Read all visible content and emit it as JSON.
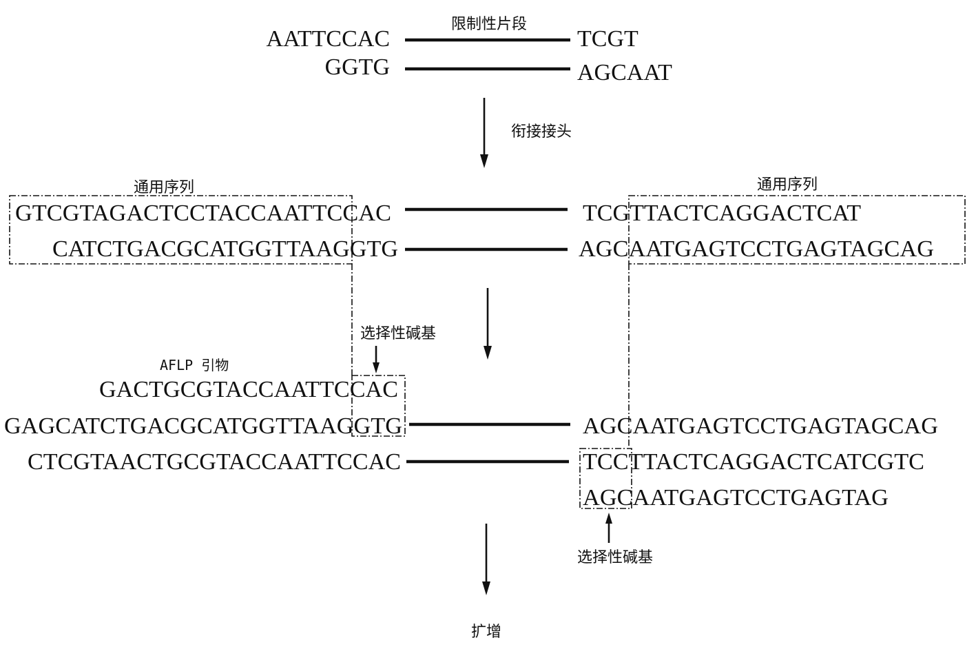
{
  "diagram": {
    "step1": {
      "label_fragment": "限制性片段",
      "top_left": "AATTCCAC",
      "top_right": "TCGT",
      "bottom_left": "GGTG",
      "bottom_right": "AGCAAT"
    },
    "step_label_ligate": "衔接接头",
    "step2": {
      "universal_left_label": "通用序列",
      "universal_right_label": "通用序列",
      "top_left": "GTCGTAGACTCCTACCAATTCCAC",
      "bottom_left": "CATCTGACGCATGGTTAAGGTG",
      "top_right": "TCGTTACTCAGGACTCAT",
      "bottom_right": "AGCAATGAGTCCTGAGTAGCAG"
    },
    "step3": {
      "selective_base_label_top": "选择性碱基",
      "aflp_primer_label": "AFLP 引物",
      "primer_left": "GACTGCGTACCAATTCCAC",
      "row1_left": "GAGCATCTGACGCATGGTTAAGGTG",
      "row1_right": "AGCAATGAGTCCTGAGTAGCAG",
      "row2_left": "CTCGTAACTGCGTACCAATTCCAC",
      "row2_right": "TCCTTACTCAGGACTCATCGTC",
      "row3_right": "AGCAATGAGTCCTGAGTAG",
      "selective_base_label_bottom": "选择性碱基"
    },
    "step_label_amplify": "扩增"
  }
}
